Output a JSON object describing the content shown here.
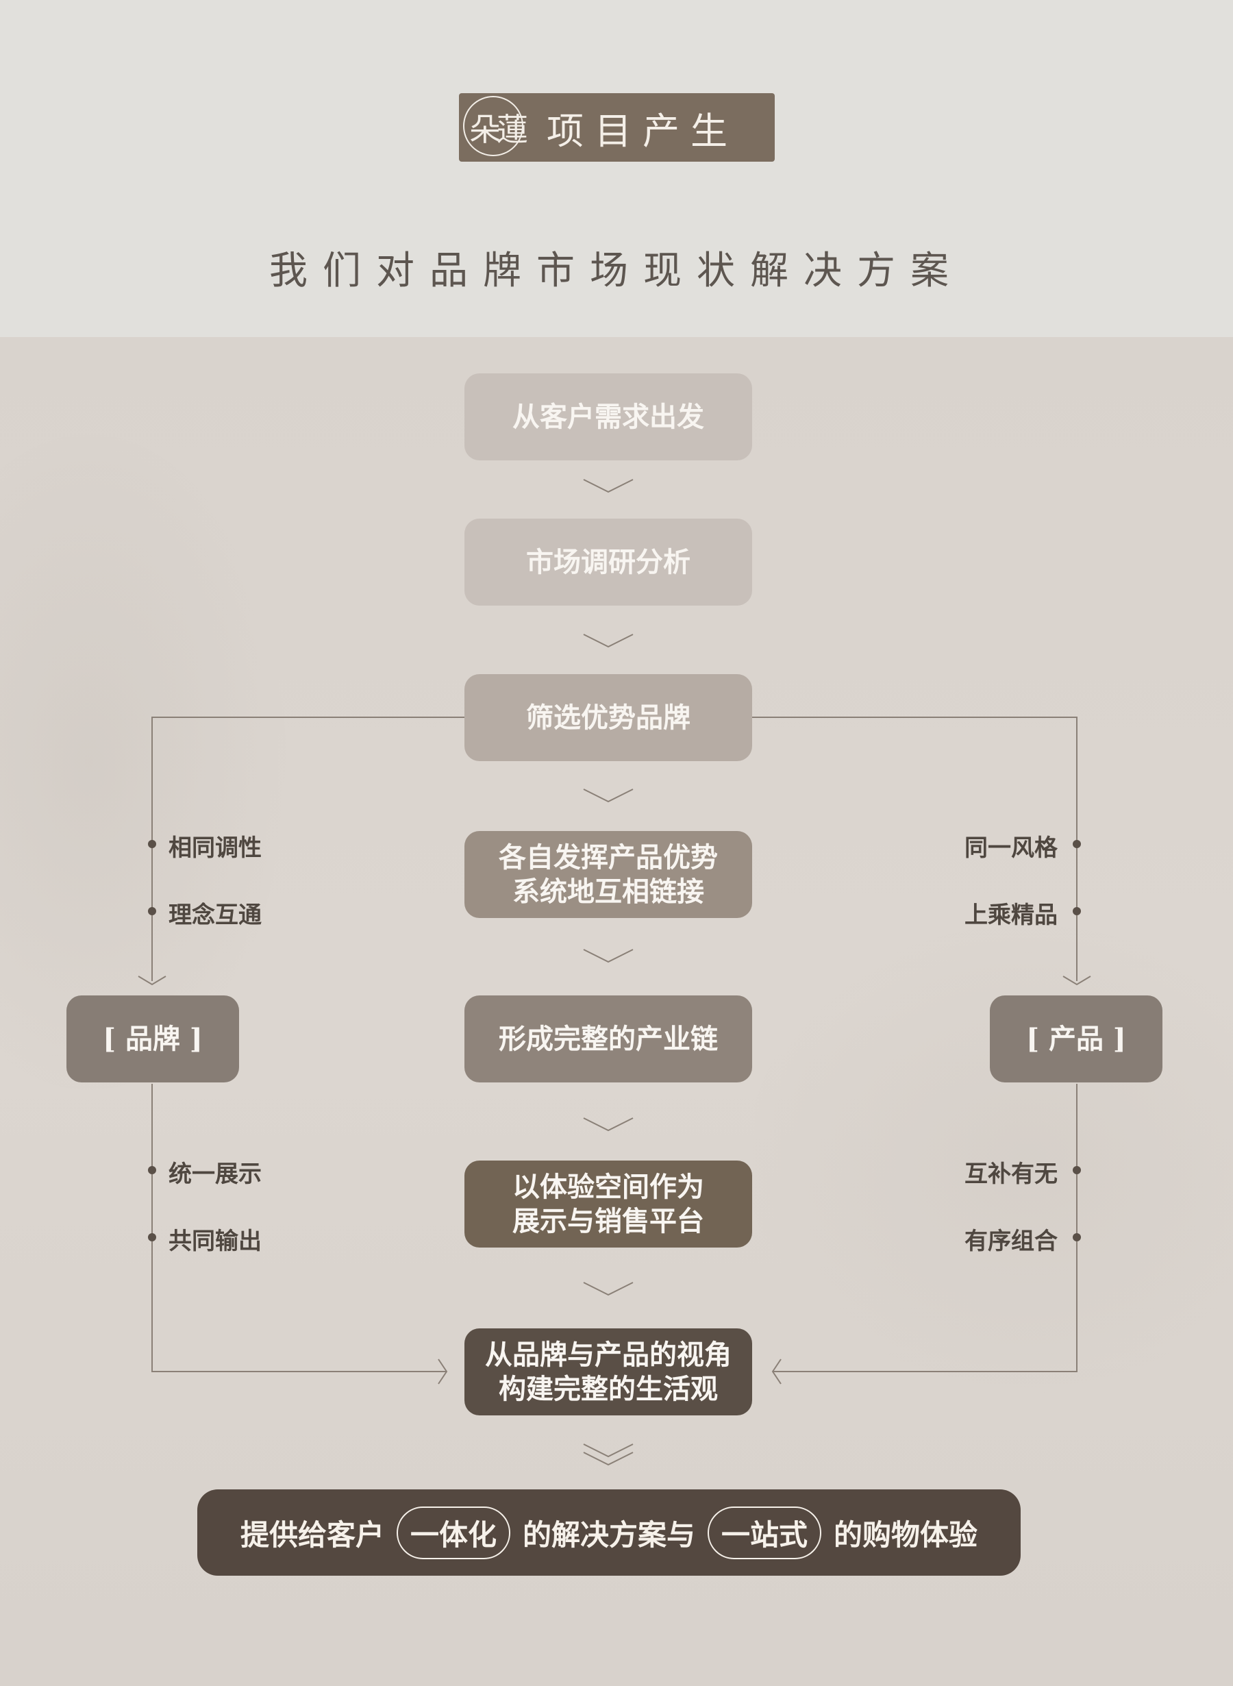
{
  "header": {
    "logo_text": "朵蓮",
    "title": "项目产生",
    "subtitle": "我们对品牌市场现状解决方案"
  },
  "flow": {
    "steps": [
      "从客户需求出发",
      "市场调研分析",
      "筛选优势品牌",
      "各自发挥产品优势\n系统地互相链接",
      "形成完整的产业链",
      "以体验空间作为\n展示与销售平台",
      "从品牌与产品的视角\n构建完整的生活观"
    ],
    "left_node": "[ 品牌 ]",
    "right_node": "[ 产品 ]",
    "left_upper_labels": [
      "相同调性",
      "理念互通"
    ],
    "left_lower_labels": [
      "统一展示",
      "共同输出"
    ],
    "right_upper_labels": [
      "同一风格",
      "上乘精品"
    ],
    "right_lower_labels": [
      "互补有无",
      "有序组合"
    ]
  },
  "bottom": {
    "prefix": "提供给客户",
    "pill1": "一体化",
    "middle": "的解决方案与",
    "pill2": "一站式",
    "suffix": "的购物体验"
  },
  "colors": {
    "top_bg": "#e1e0dc",
    "main_bg": "#dad4ce",
    "accent": "#7b6d5f",
    "line": "#8a8077"
  }
}
